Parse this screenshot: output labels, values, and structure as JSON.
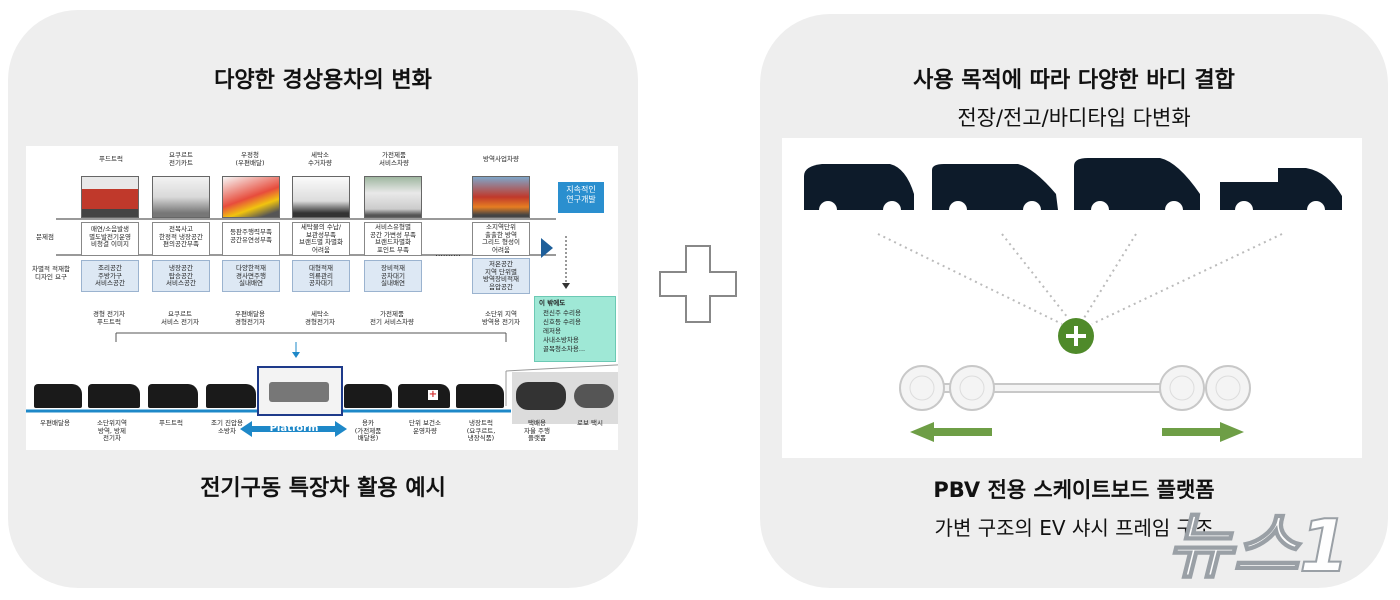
{
  "left": {
    "title": "다양한 경상용차의 변화",
    "caption": "전기구동 특장차 활용 예시",
    "columns": [
      {
        "header": "푸드트럭",
        "problem": "매연/소음발생\n별도발전기운영\n비청결 이미지",
        "need": "조리공간\n주방가구\n서비스공간",
        "result": "경형 전기자\n푸드트럭"
      },
      {
        "header": "요쿠르트\n전기카트",
        "problem": "전복사고\n한정적 냉장공간\n편의공간부족",
        "need": "냉장공간\n탑승공간\n서비스공간",
        "result": "요쿠르트\n서비스 전기자"
      },
      {
        "header": "우정청\n(우편배달)",
        "problem": "등판주행력부족\n공간유연성부족",
        "need": "다양한적재\n경사면주행\n실내배연",
        "result": "우편배달용\n경형전기자"
      },
      {
        "header": "세탁소\n수거차량",
        "problem": "세탁물의 수납/\n보관성부족\n브랜드별 차별화\n어려움",
        "need": "대형적재\n의류관리\n공차대기",
        "result": "세탁소\n경형전기자"
      },
      {
        "header": "가전제품\n서비스차량",
        "problem": "서비스유형별\n공간 가변성 부족\n브랜드차별화\n포인트 부족",
        "need": "장비적재\n공차대기\n실내배연",
        "result": "가전제품\n전기 서비스차량"
      },
      {
        "header": "방역사업차량",
        "problem": "소지역단위\n출출한 방역\n그리드 형성이\n어려움",
        "need": "저온공간\n지역 단위별\n방역장비적재\n음압공간",
        "result": "소단위 지역\n방역용 전기자"
      }
    ],
    "row_labels": {
      "problem": "문제점",
      "need": "차별적 적재함\n디자인 요구"
    },
    "ellipsis": "..........",
    "research_box": "지속적인\n연구개발",
    "etc_box": {
      "title": "이 밖에도",
      "items": [
        "전신주 수리용",
        "신호등 수리용",
        "레저용",
        "사내소방차용",
        "골목청소차용..."
      ]
    },
    "platform_label": "Platform",
    "vehicle_labels": [
      "우편배달용",
      "소단위지역\n방역, 방제\n전기차",
      "푸드트럭",
      "조기 진압용\n소방차",
      "",
      "용카\n(가전제품\n배달용)",
      "단위 보건소\n운영차량",
      "냉장트럭\n(요쿠르트,\n냉장식품)",
      "택배용\n자율 주행\n플랫폼",
      "로보 택시"
    ],
    "colors": {
      "accent_blue": "#1e88c8",
      "research_box": "#2a8fcf",
      "etc_box": "#9fe8d6",
      "platform": "#1e3a8a"
    }
  },
  "plus_icon": "plus-outline-icon",
  "right": {
    "title": "사용 목적에 따라 다양한 바디 결합",
    "subtitle": "전장/전고/바디타입 다변화",
    "caption": "PBV 전용 스케이트보드 플랫폼",
    "caption_sub": "가변 구조의 EV 샤시 프레임 구조",
    "bodies": [
      "van-body-icon",
      "mpv-body-icon",
      "high-roof-body-icon",
      "truck-body-icon"
    ],
    "colors": {
      "body": "#0d1b2a",
      "plus": "#4f8a2a",
      "arrow": "#6e9e46"
    }
  },
  "watermark": "뉴스1"
}
